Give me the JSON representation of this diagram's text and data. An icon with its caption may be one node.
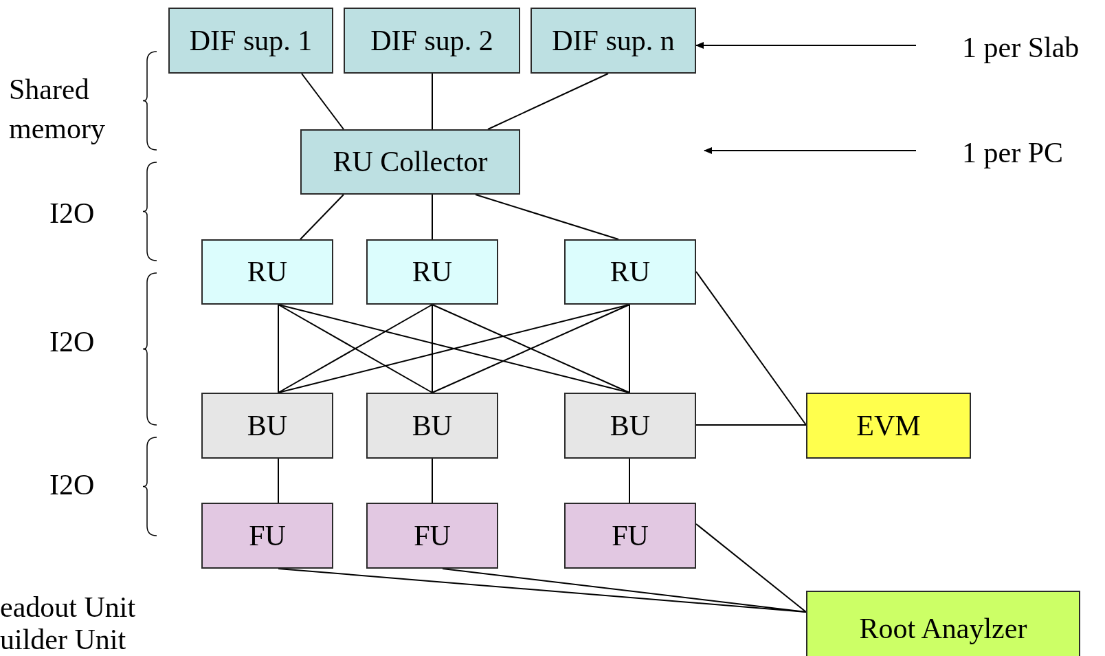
{
  "diagram": {
    "nodes": [
      {
        "text": [
          "DIF sup. 1"
        ]
      },
      {
        "text": [
          "DIF sup. 2"
        ]
      },
      {
        "text": [
          "DIF sup. n"
        ]
      },
      {
        "text": [
          "RU Collector"
        ]
      },
      {
        "text": [
          "RU"
        ]
      },
      {
        "text": [
          "RU"
        ]
      },
      {
        "text": [
          "RU"
        ]
      },
      {
        "text": [
          "BU"
        ]
      },
      {
        "text": [
          "BU"
        ]
      },
      {
        "text": [
          "BU"
        ]
      },
      {
        "text": [
          "FU"
        ]
      },
      {
        "text": [
          "FU"
        ]
      },
      {
        "text": [
          "FU"
        ]
      },
      {
        "text": [
          "EVM"
        ]
      },
      {
        "text": [
          "Root Anaylzer"
        ]
      },
      {
        "text": [
          "1 per  Slab"
        ]
      },
      {
        "text": [
          "1 per PC"
        ]
      }
    ],
    "edges": [
      {
        "from": 0,
        "to": 3,
        "arrow": "none"
      },
      {
        "from": 1,
        "to": 3,
        "arrow": "none"
      },
      {
        "from": 2,
        "to": 3,
        "arrow": "none"
      },
      {
        "from": 3,
        "to": 4,
        "arrow": "none"
      },
      {
        "from": 3,
        "to": 5,
        "arrow": "none"
      },
      {
        "from": 3,
        "to": 6,
        "arrow": "none"
      },
      {
        "from": 4,
        "to": 7,
        "arrow": "none"
      },
      {
        "from": 4,
        "to": 8,
        "arrow": "none"
      },
      {
        "from": 4,
        "to": 9,
        "arrow": "none"
      },
      {
        "from": 5,
        "to": 7,
        "arrow": "none"
      },
      {
        "from": 5,
        "to": 8,
        "arrow": "none"
      },
      {
        "from": 5,
        "to": 9,
        "arrow": "none"
      },
      {
        "from": 6,
        "to": 7,
        "arrow": "none"
      },
      {
        "from": 6,
        "to": 8,
        "arrow": "none"
      },
      {
        "from": 6,
        "to": 9,
        "arrow": "none"
      },
      {
        "from": 6,
        "to": 13,
        "arrow": "none"
      },
      {
        "from": 9,
        "to": 13,
        "arrow": "none"
      },
      {
        "from": 7,
        "to": 10,
        "arrow": "none"
      },
      {
        "from": 8,
        "to": 11,
        "arrow": "none"
      },
      {
        "from": 9,
        "to": 12,
        "arrow": "none"
      },
      {
        "from": 10,
        "to": 14,
        "arrow": "none"
      },
      {
        "from": 11,
        "to": 14,
        "arrow": "none"
      },
      {
        "from": 12,
        "to": 14,
        "arrow": "none"
      },
      {
        "from": 15,
        "to": 2,
        "arrow": "to"
      },
      {
        "from": 16,
        "to": null,
        "arrow": "to"
      }
    ],
    "labels": [
      "Shared memory",
      "I2O",
      "I2O",
      "I2O",
      "eadout Unit",
      "uilder Unit"
    ]
  }
}
